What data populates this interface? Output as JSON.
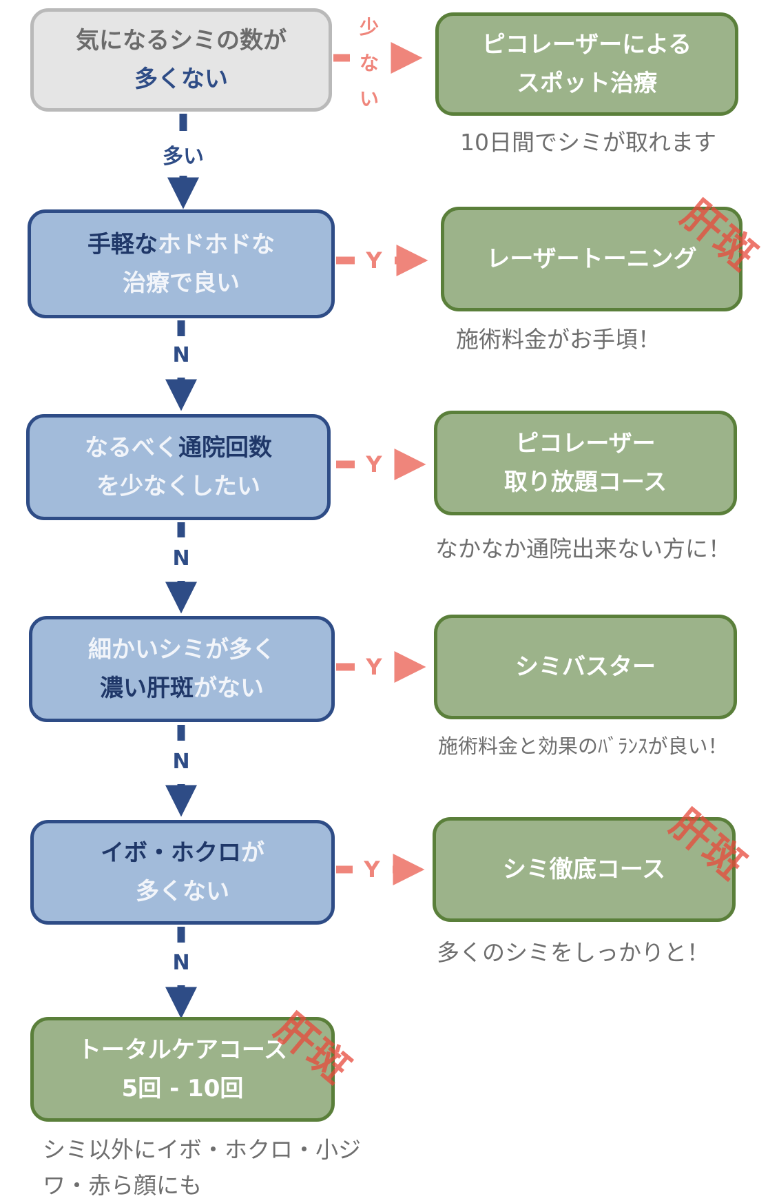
{
  "start": {
    "line1": "気になるシミの数が",
    "line2": "多くない"
  },
  "start_no_label": "少\nな\nい",
  "start_yes_label": "多い",
  "q1": {
    "line1_dark": "手軽な",
    "line1_light": "ホドホドな",
    "line2": "治療で良い"
  },
  "q2": {
    "line1_light": "なるべく",
    "line1_dark": "通院回数",
    "line2": "を少なくしたい"
  },
  "q3": {
    "line1": "細かいシミが多く",
    "line2_dark": "濃い肝斑",
    "line2_light": "がない"
  },
  "q4": {
    "line1_dark": "イボ・ホクロ",
    "line1_light": "が",
    "line2": "多くない"
  },
  "y_label": "Y",
  "n_label": "N",
  "results": [
    {
      "line1": "ピコレーザーによる",
      "line2": "スポット治療",
      "caption": "10日間でシミが取れます",
      "stamp": ""
    },
    {
      "line1": "レーザートーニング",
      "line2": "",
      "caption": "施術料金がお手頃！",
      "stamp": "肝斑"
    },
    {
      "line1": "ピコレーザー",
      "line2": "取り放題コース",
      "caption": "なかなか通院出来ない方に！",
      "stamp": ""
    },
    {
      "line1": "シミバスター",
      "line2": "",
      "caption": "施術料金と効果のﾊﾞﾗﾝｽが良い！",
      "stamp": ""
    },
    {
      "line1": "シミ徹底コース",
      "line2": "",
      "caption": "多くのシミをしっかりと！",
      "stamp": "肝斑"
    }
  ],
  "final": {
    "line1": "トータルケアコース",
    "line2": "5回 - 10回",
    "caption1": "シミ以外にイボ・ホクロ・小ジ",
    "caption2": "ワ・赤ら顔にも",
    "stamp": "肝斑"
  },
  "colors": {
    "question_fill": "#a2bbda",
    "question_border": "#2e4c86",
    "result_fill": "#9cb38a",
    "result_border": "#5a7f3a",
    "start_fill": "#e5e5e5",
    "start_border": "#b9b9b9",
    "arrow_no": "#2e4c86",
    "arrow_yes": "#ef857b",
    "stamp": "#e8493b"
  }
}
